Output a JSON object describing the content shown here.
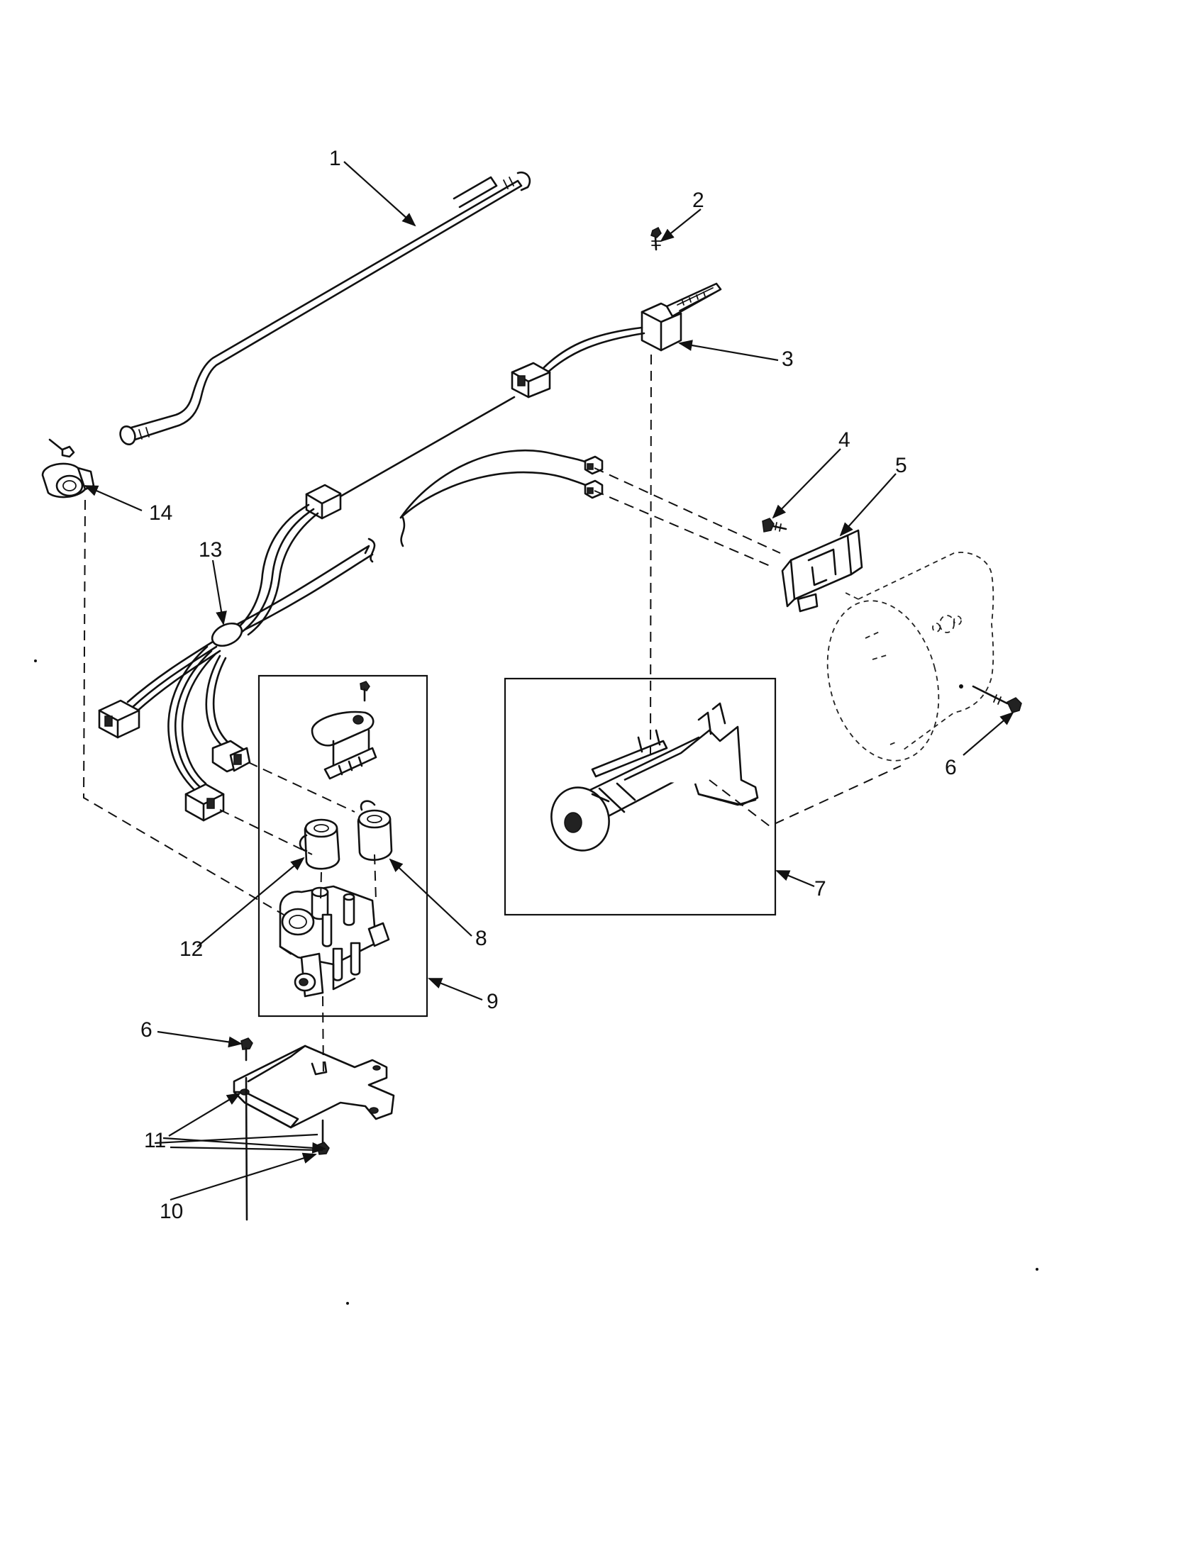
{
  "callouts": [
    {
      "id": "1",
      "label": "1"
    },
    {
      "id": "2",
      "label": "2"
    },
    {
      "id": "3",
      "label": "3"
    },
    {
      "id": "4",
      "label": "4"
    },
    {
      "id": "5",
      "label": "5"
    },
    {
      "id": "6a",
      "label": "6"
    },
    {
      "id": "6b",
      "label": "6"
    },
    {
      "id": "7",
      "label": "7"
    },
    {
      "id": "8",
      "label": "8"
    },
    {
      "id": "9",
      "label": "9"
    },
    {
      "id": "10",
      "label": "10"
    },
    {
      "id": "11",
      "label": "11"
    },
    {
      "id": "12",
      "label": "12"
    },
    {
      "id": "13",
      "label": "13"
    },
    {
      "id": "14",
      "label": "14"
    }
  ],
  "colors": {
    "line": "#111111",
    "background": "#ffffff"
  }
}
